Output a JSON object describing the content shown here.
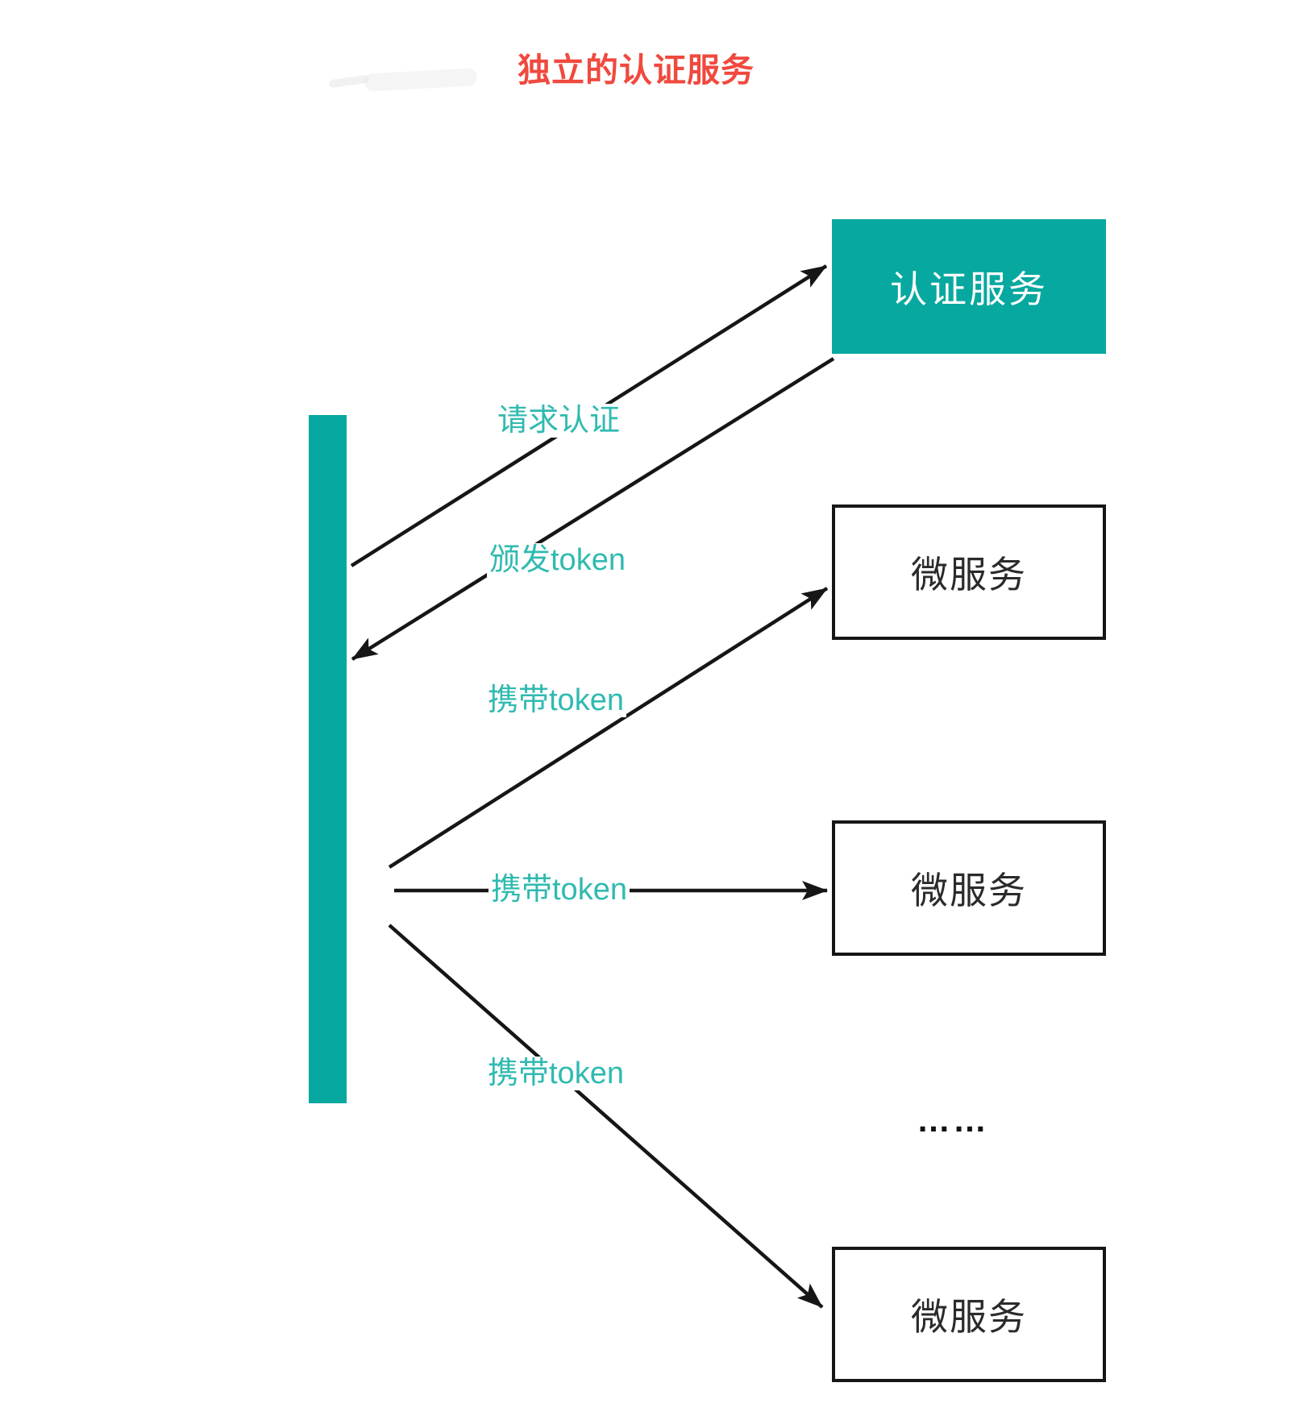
{
  "title": "独立的认证服务",
  "auth_service": {
    "label": "认证服务"
  },
  "microservices": [
    {
      "label": "微服务"
    },
    {
      "label": "微服务"
    },
    {
      "label": "微服务"
    }
  ],
  "more_services_ellipsis": "……",
  "edges": [
    {
      "label": "请求认证",
      "from": "client-bar",
      "to": "auth-service"
    },
    {
      "label": "颁发token",
      "from": "auth-service",
      "to": "client-bar"
    },
    {
      "label": "携带token",
      "from": "client-bar",
      "to": "microservice-1"
    },
    {
      "label": "携带token",
      "from": "client-bar",
      "to": "microservice-2"
    },
    {
      "label": "携带token",
      "from": "client-bar",
      "to": "microservice-3"
    }
  ],
  "colors": {
    "teal": "#07a89f",
    "label_teal": "#30bab0",
    "title_red": "#f0493e",
    "arrow": "#161616"
  }
}
